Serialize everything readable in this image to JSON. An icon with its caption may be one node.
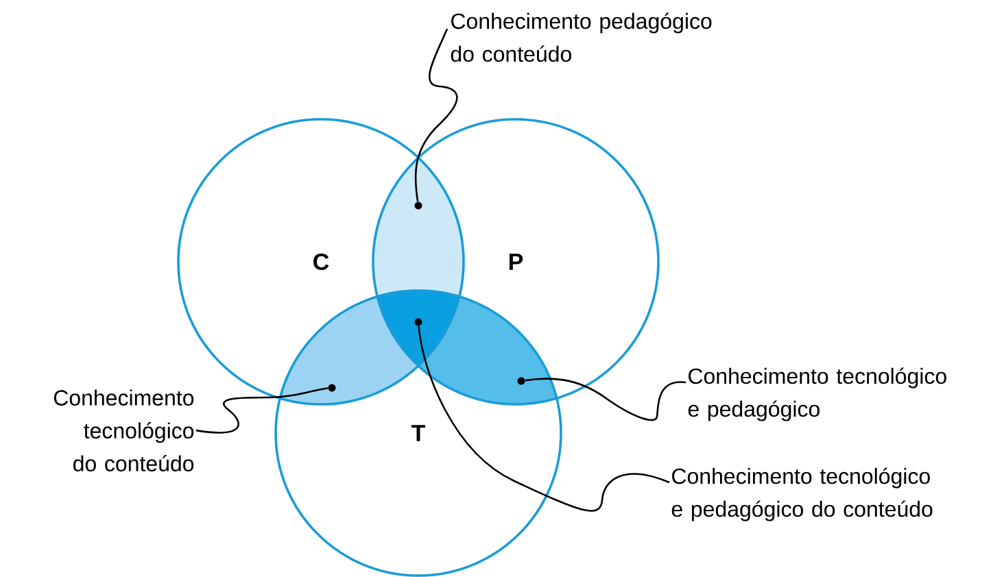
{
  "diagram": {
    "nodes": [
      {
        "text": [
          "Conhecimento pedagógico do conteúdo"
        ]
      },
      {
        "text": [
          "C"
        ]
      },
      {
        "text": [
          "P"
        ]
      },
      {
        "text": [],
        "shape": "lens"
      },
      {
        "text": [],
        "shape": "triangle"
      },
      {
        "text": [],
        "shape": "lens"
      },
      {
        "text": [],
        "shape": "lens"
      },
      {
        "text": [
          "T"
        ]
      },
      {
        "text": [
          "Conhecimento tecnológico e pedagógico"
        ]
      },
      {
        "text": [
          "Conhecimento tecnológico do conteúdo"
        ]
      },
      {
        "text": [
          "Conhecimento tecnológico e pedagógico do conteúdo"
        ]
      }
    ],
    "edges": [
      {
        "from": 0,
        "to": 3,
        "arrow": "none"
      },
      {
        "from": 8,
        "to": 5,
        "arrow": "none"
      },
      {
        "from": 9,
        "to": 6,
        "arrow": "none"
      },
      {
        "from": 10,
        "to": 4,
        "arrow": "none"
      }
    ]
  }
}
